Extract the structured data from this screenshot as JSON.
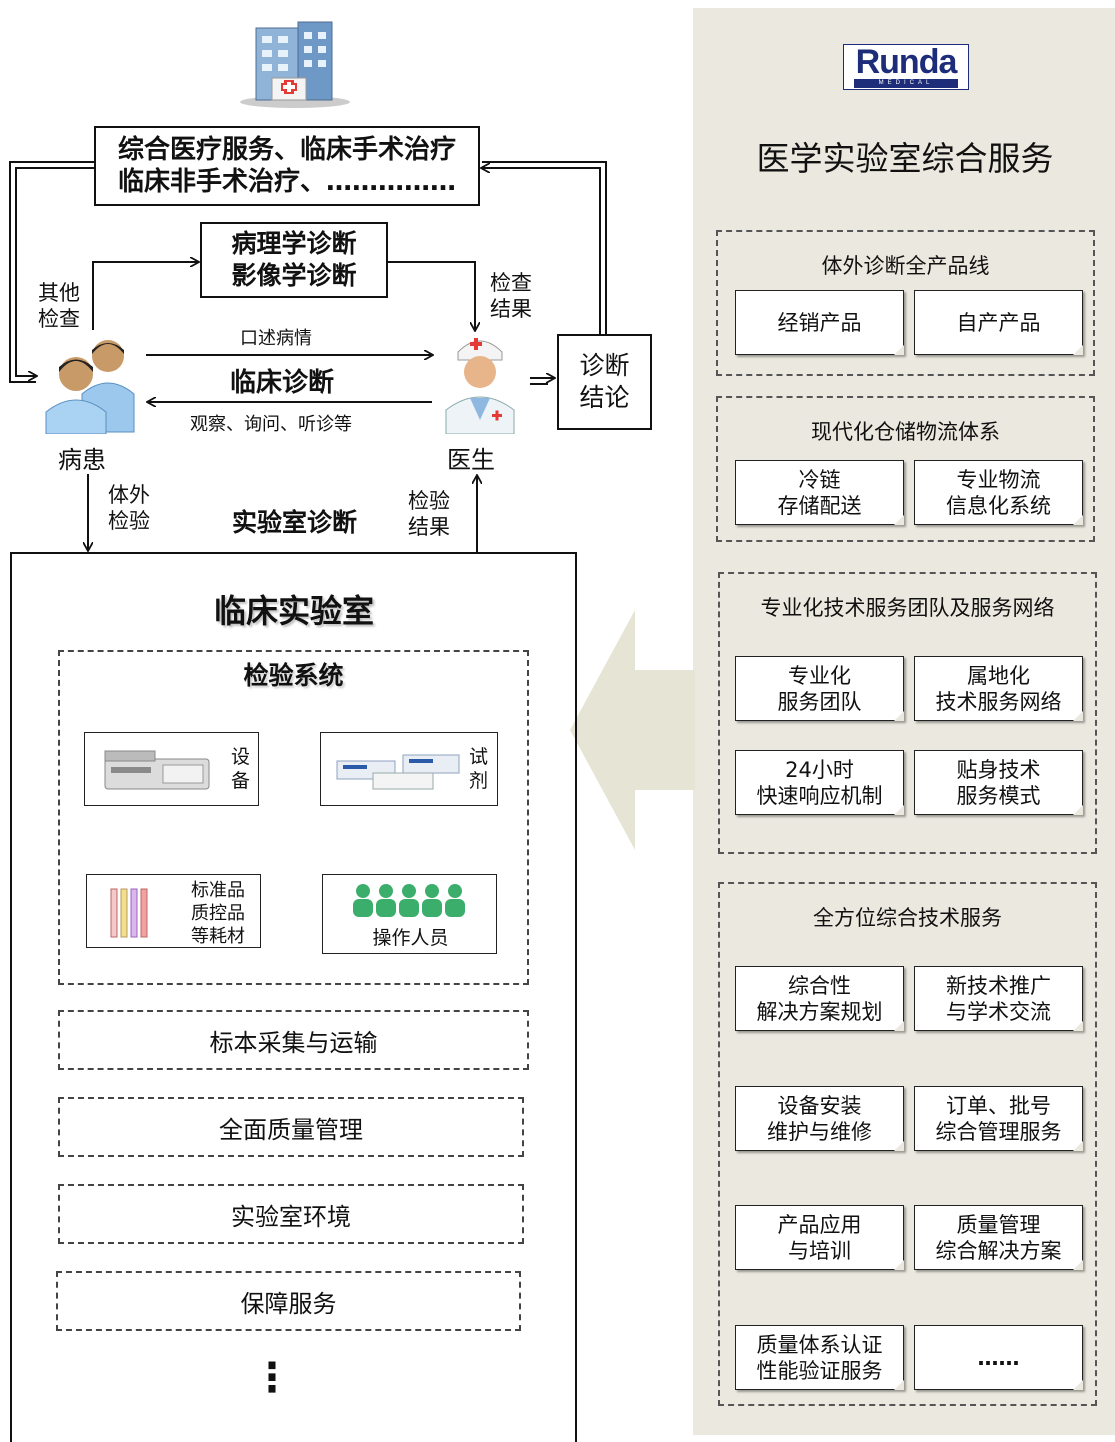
{
  "brand": {
    "logo_text": "Runda",
    "logo_subtext": "MEDICAL"
  },
  "right_panel": {
    "title": "医学实验室综合服务",
    "groups": [
      {
        "title": "体外诊断全产品线",
        "cards": [
          "经销产品",
          "自产产品"
        ]
      },
      {
        "title": "现代化仓储物流体系",
        "cards": [
          "冷链\n存储配送",
          "专业物流\n信息化系统"
        ]
      },
      {
        "title": "专业化技术服务团队及服务网络",
        "cards": [
          "专业化\n服务团队",
          "属地化\n技术服务网络",
          "24小时\n快速响应机制",
          "贴身技术\n服务模式"
        ]
      },
      {
        "title": "全方位综合技术服务",
        "cards": [
          "综合性\n解决方案规划",
          "新技术推广\n与学术交流",
          "设备安装\n维护与维修",
          "订单、批号\n综合管理服务",
          "产品应用\n与培训",
          "质量管理\n综合解决方案",
          "质量体系认证\n性能验证服务",
          "……"
        ]
      }
    ]
  },
  "flow": {
    "top_box": "综合医疗服务、临床手术治疗\n临床非手术治疗、……………",
    "diag_box": "病理学诊断\n影像学诊断",
    "other_exam": "其他\n检查",
    "exam_result": "检查\n结果",
    "oral": "口述病情",
    "clinical_dx": "临床诊断",
    "observe": "观察、询问、听诊等",
    "patient": "病患",
    "doctor": "医生",
    "conclusion": "诊断\n结论",
    "invitro": "体外\n检验",
    "lab_dx": "实验室诊断",
    "lab_result": "检验\n结果"
  },
  "lab": {
    "title": "临床实验室",
    "system_title": "检验系统",
    "tiles": [
      "设\n备",
      "试\n剂",
      "标准品\n质控品\n等耗材",
      "操作人员"
    ],
    "sections": [
      "标本采集与运输",
      "全面质量管理",
      "实验室环境",
      "保障服务"
    ],
    "more": "⋮"
  },
  "colors": {
    "panel_bg": "#ebe9df",
    "brand_blue": "#1d2d7a",
    "arrow_fill": "#e6e4d4"
  }
}
